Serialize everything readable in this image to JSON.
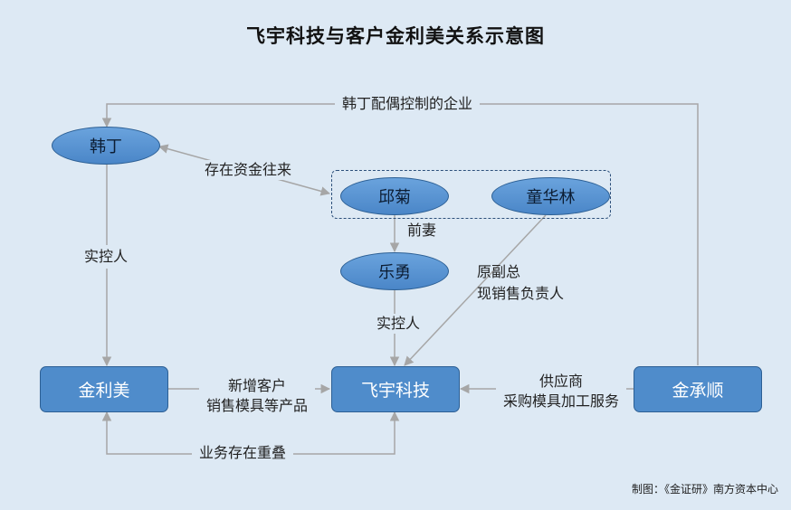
{
  "title": "飞宇科技与客户金利美关系示意图",
  "nodes": {
    "han_ding": "韩丁",
    "qiu_ju": "邱菊",
    "tong_hualin": "童华林",
    "le_yong": "乐勇",
    "jin_limei": "金利美",
    "feiyu_tech": "飞宇科技",
    "jin_chengshun": "金承顺"
  },
  "edges": {
    "han_ding_controls": "韩丁配偶控制的企业",
    "funds": "存在资金往来",
    "ex_wife": "前妻",
    "actual_controller_left": "实控人",
    "actual_controller_mid": "实控人",
    "former_vp_line1": "原副总",
    "former_vp_line2": "现销售负责人",
    "new_customer_line1": "新增客户",
    "new_customer_line2": "销售模具等产品",
    "supplier_line1": "供应商",
    "supplier_line2": "采购模具加工服务",
    "business_overlap": "业务存在重叠"
  },
  "credit": "制图：《金证研》南方资本中心",
  "colors": {
    "background": "#dde9f4",
    "node_fill": "#4f8ccb",
    "node_border": "#2c5f94",
    "line": "#a6a6a6"
  }
}
